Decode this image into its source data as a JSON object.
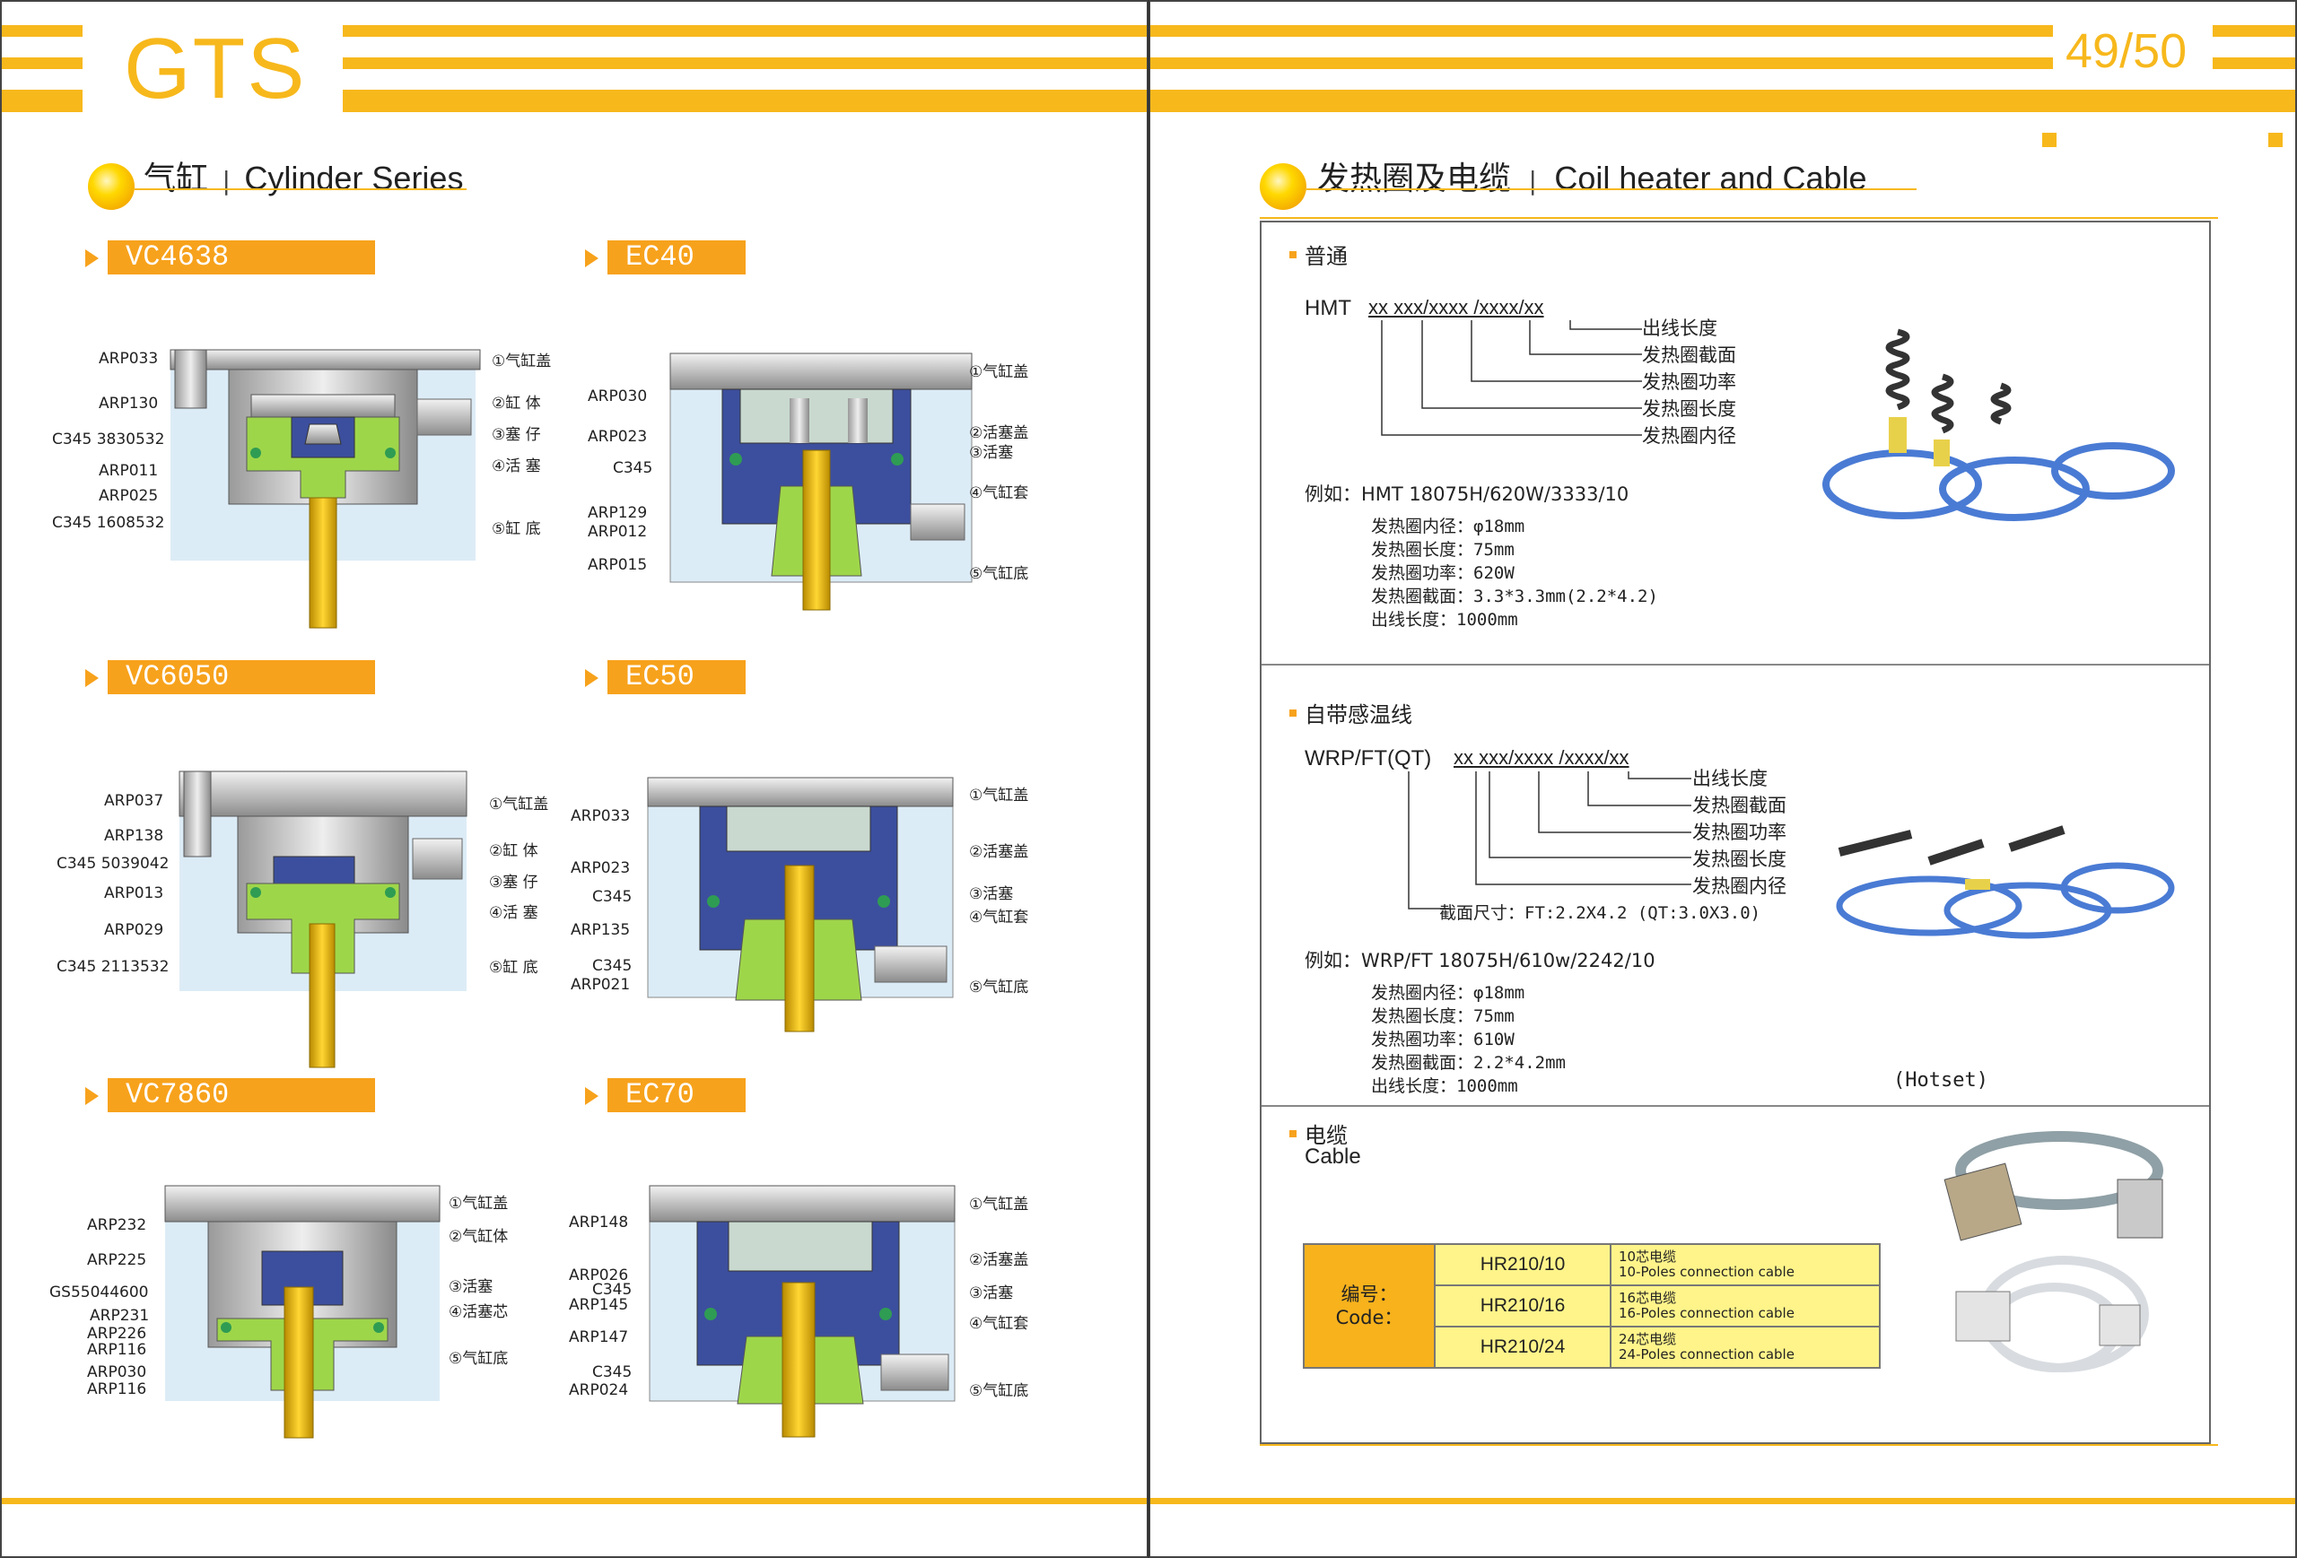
{
  "header": {
    "brand": "GTS",
    "page": "49/50"
  },
  "left": {
    "title_cn": "气缸",
    "sep": "|",
    "title_en": "Cylinder Series",
    "cylinders": [
      {
        "model": "VC4638",
        "left_labels": [
          "ARP033",
          "ARP130",
          "C345 3830532",
          "ARP011",
          "ARP025",
          "C345 1608532"
        ],
        "right_labels": [
          "①气缸盖",
          "②缸  体",
          "③塞  仔",
          "④活  塞",
          "⑤缸  底"
        ]
      },
      {
        "model": "EC40",
        "left_labels": [
          "ARP030",
          "ARP023",
          "C345",
          "ARP129",
          "ARP012",
          "ARP015"
        ],
        "right_labels": [
          "①气缸盖",
          "②活塞盖",
          "③活塞",
          "④气缸套",
          "⑤气缸底"
        ]
      },
      {
        "model": "VC6050",
        "left_labels": [
          "ARP037",
          "ARP138",
          "C345 5039042",
          "ARP013",
          "ARP029",
          "C345 2113532"
        ],
        "right_labels": [
          "①气缸盖",
          "②缸  体",
          "③塞  仔",
          "④活  塞",
          "⑤缸  底"
        ]
      },
      {
        "model": "EC50",
        "left_labels": [
          "ARP033",
          "ARP023",
          "C345",
          "ARP135",
          "C345",
          "ARP021"
        ],
        "right_labels": [
          "①气缸盖",
          "②活塞盖",
          "③活塞",
          "④气缸套",
          "⑤气缸底"
        ]
      },
      {
        "model": "VC7860",
        "left_labels": [
          "ARP232",
          "ARP225",
          "GS55044600",
          "ARP231",
          "ARP226",
          "ARP116",
          "ARP030",
          "ARP116"
        ],
        "right_labels": [
          "①气缸盖",
          "②气缸体",
          "③活塞",
          "④活塞芯",
          "⑤气缸底"
        ]
      },
      {
        "model": "EC70",
        "left_labels": [
          "ARP148",
          "ARP026",
          "C345",
          "ARP145",
          "ARP147",
          "C345",
          "ARP024"
        ],
        "right_labels": [
          "①气缸盖",
          "②活塞盖",
          "③活塞",
          "④气缸套",
          "⑤气缸底"
        ]
      }
    ]
  },
  "right": {
    "title_cn": "发热圈及电缆",
    "sep": "|",
    "title_en": "Coil heater and Cable",
    "normal": {
      "heading": "普通",
      "code_prefix": "HMT",
      "code_pattern": "xx  xxx/xxxx /xxxx/xx",
      "callouts": [
        "出线长度",
        "发热圈截面",
        "发热圈功率",
        "发热圈长度",
        "发热圈内径"
      ],
      "example": "例如：HMT 18075H/620W/3333/10",
      "specs": [
        "发热圈内径：φ18mm",
        "发热圈长度：75mm",
        "发热圈功率：620W",
        "发热圈截面：3.3*3.3mm(2.2*4.2)",
        "出线长度：1000mm"
      ]
    },
    "sensor": {
      "heading": "自带感温线",
      "code_prefix": "WRP/FT(QT)",
      "code_pattern": "xx  xxx/xxxx /xxxx/xx",
      "callouts": [
        "出线长度",
        "发热圈截面",
        "发热圈功率",
        "发热圈长度",
        "发热圈内径"
      ],
      "section_note": "截面尺寸：FT:2.2X4.2 (QT:3.0X3.0)",
      "example": "例如：WRP/FT  18075H/610w/2242/10",
      "specs": [
        "发热圈内径：φ18mm",
        "发热圈长度：75mm",
        "发热圈功率：610W",
        "发热圈截面：2.2*4.2mm",
        "出线长度：1000mm"
      ],
      "hotset": "(Hotset)"
    },
    "cable": {
      "heading_cn": "电缆",
      "heading_en": "Cable",
      "code_label": [
        "编号：",
        "Code："
      ],
      "rows": [
        {
          "code": "HR210/10",
          "desc_cn": "10芯电缆",
          "desc_en": "10-Poles connection cable"
        },
        {
          "code": "HR210/16",
          "desc_cn": "16芯电缆",
          "desc_en": "16-Poles connection cable"
        },
        {
          "code": "HR210/24",
          "desc_cn": "24芯电缆",
          "desc_en": "24-Poles connection cable"
        }
      ]
    }
  },
  "colors": {
    "accent": "#f7b81c",
    "tag": "#f7a21c",
    "table_fill": "#fff48a",
    "label_fill": "#f7b21c"
  }
}
